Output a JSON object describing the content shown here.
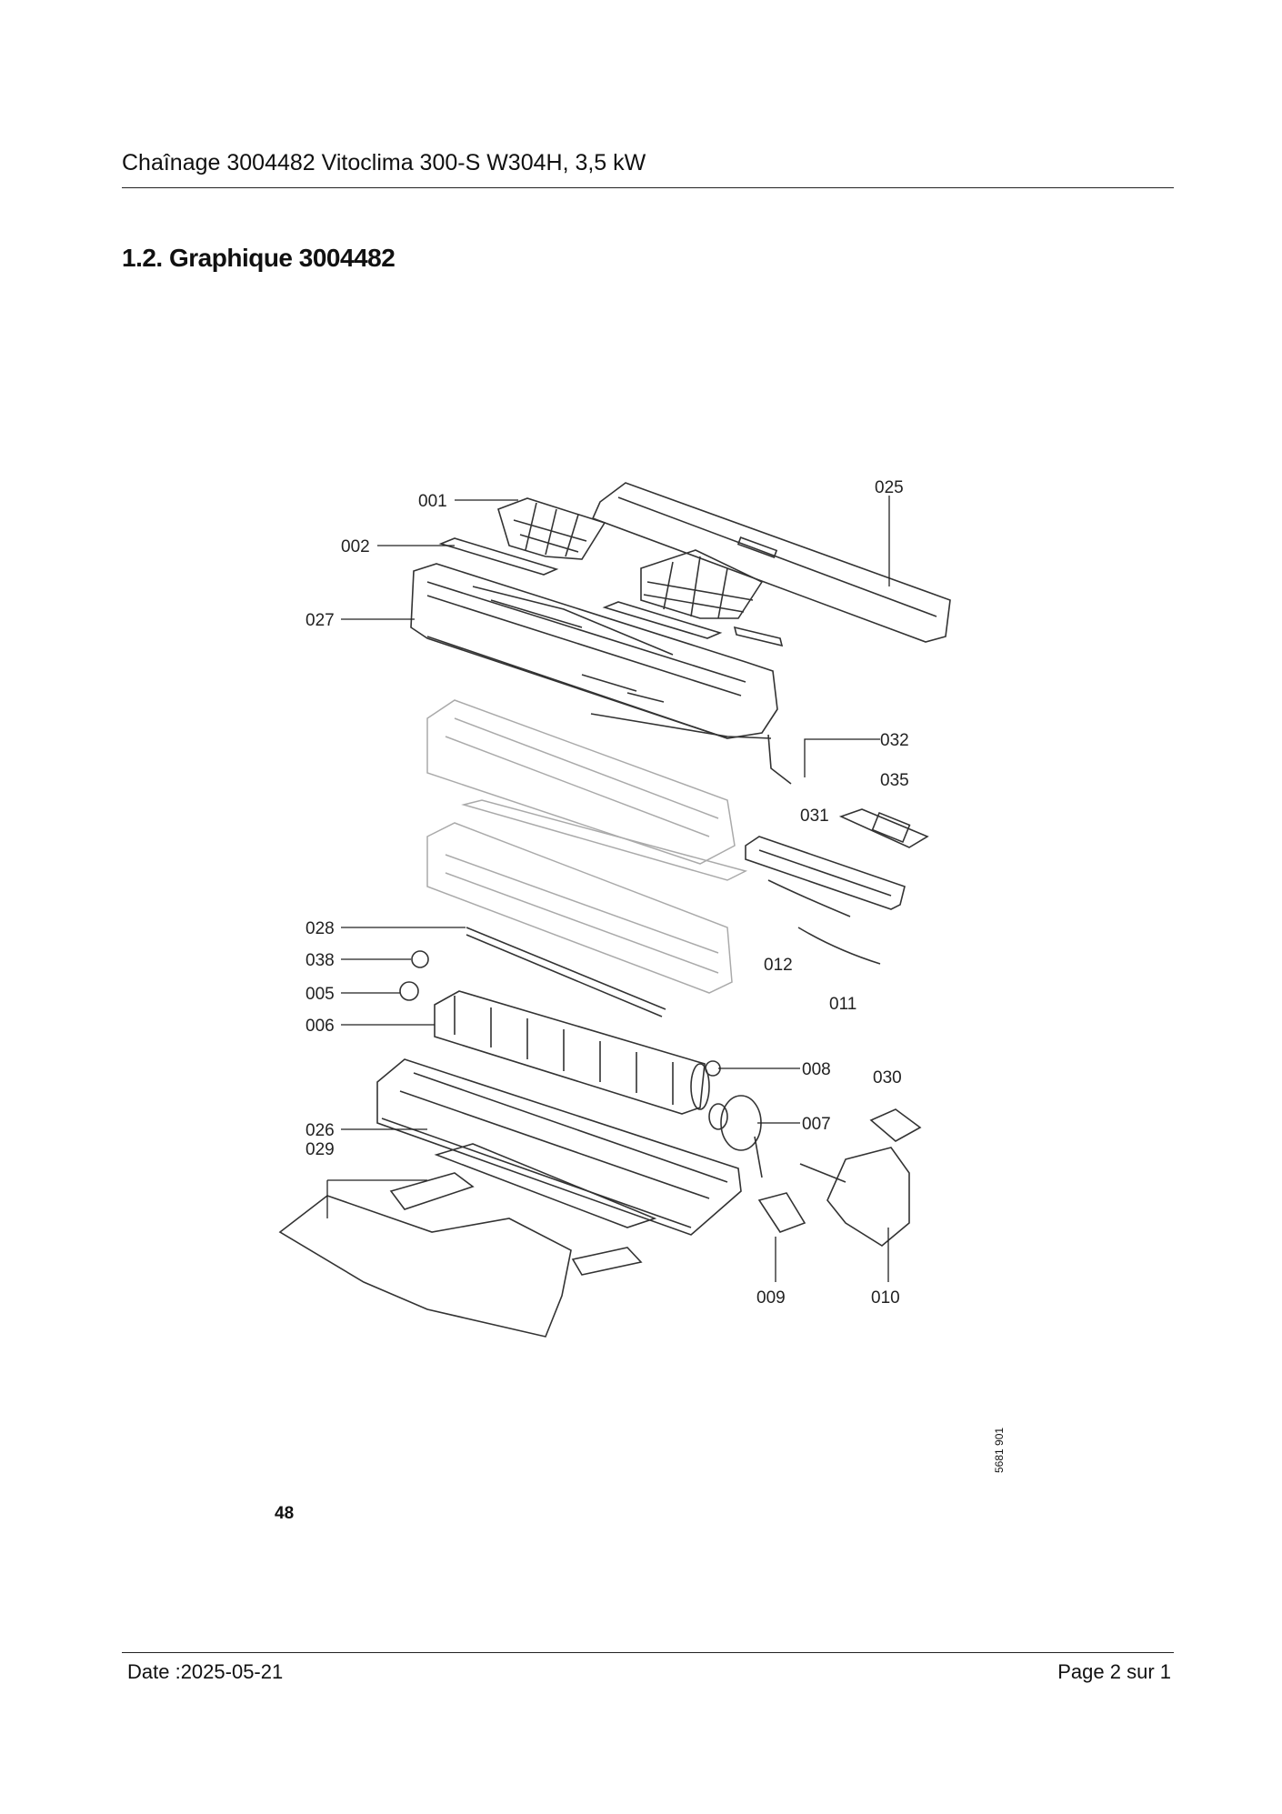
{
  "header": {
    "title": "Chaînage 3004482 Vitoclima 300-S W304H, 3,5 kW"
  },
  "section": {
    "title": "1.2. Graphique 3004482"
  },
  "diagram": {
    "callouts": [
      {
        "id": "001"
      },
      {
        "id": "002"
      },
      {
        "id": "025"
      },
      {
        "id": "027"
      },
      {
        "id": "032"
      },
      {
        "id": "035"
      },
      {
        "id": "031"
      },
      {
        "id": "028"
      },
      {
        "id": "038"
      },
      {
        "id": "012"
      },
      {
        "id": "005"
      },
      {
        "id": "011"
      },
      {
        "id": "006"
      },
      {
        "id": "008"
      },
      {
        "id": "030"
      },
      {
        "id": "007"
      },
      {
        "id": "026"
      },
      {
        "id": "029"
      },
      {
        "id": "009"
      },
      {
        "id": "010"
      }
    ],
    "page_number": "48",
    "ref_code": "5681 901"
  },
  "footer": {
    "date": "Date :2025-05-21",
    "page": "Page 2 sur   1"
  }
}
